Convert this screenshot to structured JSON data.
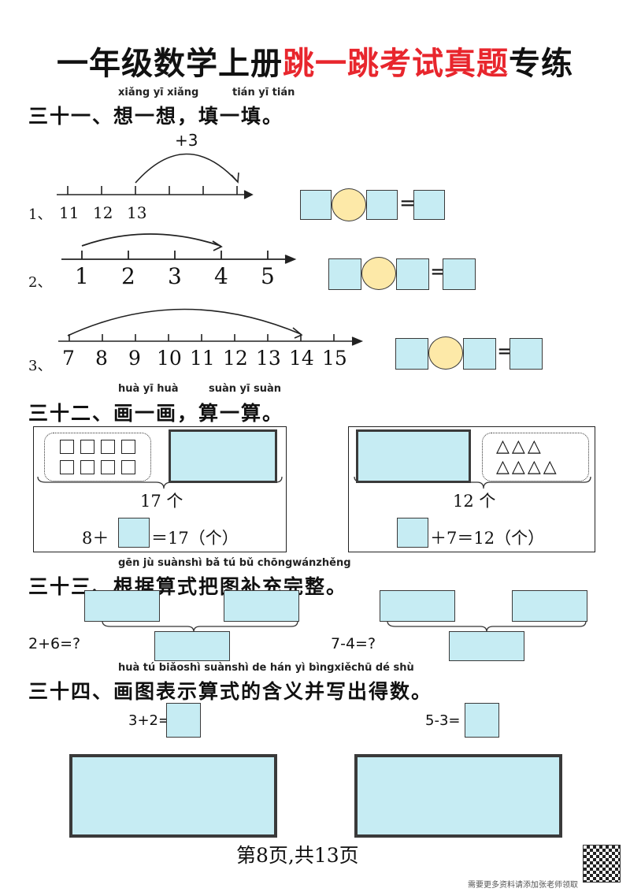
{
  "title": {
    "part1": "一年级数学上册",
    "part2": "跳一跳考试真题",
    "part3": "专练"
  },
  "s31": {
    "heading": "三十一、想一想，填一填。",
    "pinyin1": "xiǎng yī xiǎng",
    "pinyin2": "tián yī tián",
    "arc_label": "+3",
    "items": [
      {
        "no": "1、",
        "ticks": [
          "11",
          "12",
          "13"
        ]
      },
      {
        "no": "2、",
        "ticks": [
          "1",
          "2",
          "3",
          "4",
          "5"
        ]
      },
      {
        "no": "3、",
        "ticks": [
          "7",
          "8",
          "9",
          "10",
          "11",
          "12",
          "13",
          "14",
          "15"
        ]
      }
    ],
    "eq_sign": "="
  },
  "s32": {
    "heading": "三十二、画一画，算一算。",
    "pinyin1": "huà yī huà",
    "pinyin2": "suàn yī suàn",
    "left": {
      "total": "17 个",
      "eq_a": "8＋",
      "eq_b": "＝17（个）"
    },
    "right": {
      "total": "12 个",
      "eq_b": "＋7＝12（个）",
      "triangles": [
        "△△△",
        "△△△△"
      ]
    }
  },
  "s33": {
    "heading": "三十三、根据算式把图补充完整。",
    "pinyin": "gēn jù suànshì bǎ tú bǔ chōngwánzhěng",
    "left_expr": "2+6=?",
    "right_expr": "7-4=?"
  },
  "s34": {
    "heading": "三十四、画图表示算式的含义并写出得数。",
    "pinyin": "huà tú biǎoshì suànshì de hán yì bìngxiěchū dé shù",
    "left_expr": "3+2=",
    "right_expr": "5-3="
  },
  "footer": {
    "page": "第8页,共13页",
    "note": "需要更多资料请添加张老师领取"
  },
  "colors": {
    "box": "#c6ecf3",
    "circle": "#fde9a8",
    "title_red": "#e8262d"
  }
}
